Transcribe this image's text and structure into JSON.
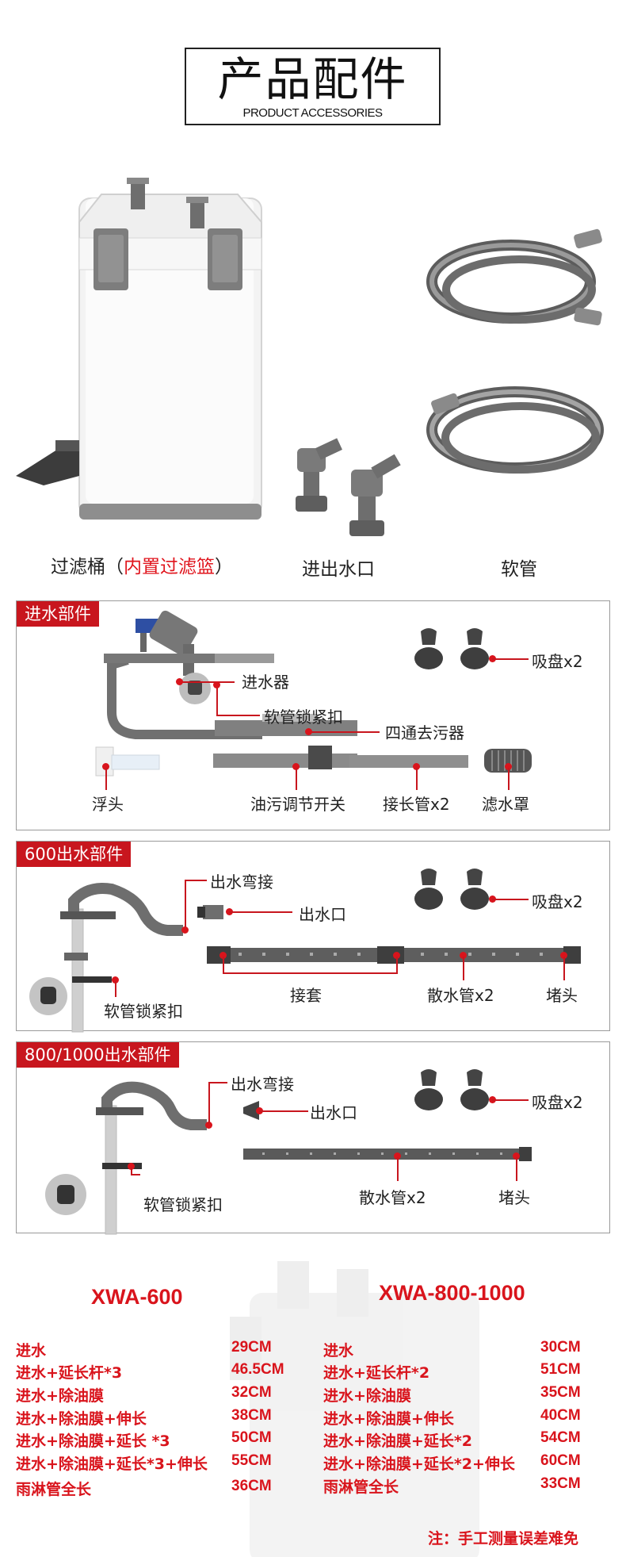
{
  "header": {
    "title_cn": "产品配件",
    "title_en": "PRODUCT ACCESSORIES"
  },
  "products": {
    "canister_label": "过滤桶（",
    "canister_label_red": "内置过滤篮",
    "canister_label_end": "）",
    "outlet_label": "进出水口",
    "hose_label": "软管"
  },
  "panel_intake": {
    "tag": "进水部件",
    "labels": {
      "intake": "进水器",
      "hose_clamp": "软管锁紧扣",
      "skimmer": "四通去污器",
      "float": "浮头",
      "oil_switch": "油污调节开关",
      "extension": "接长管x2",
      "strainer": "滤水罩",
      "suction": "吸盘x2"
    }
  },
  "panel_600": {
    "tag": "600出水部件",
    "labels": {
      "elbow": "出水弯接",
      "outlet": "出水口",
      "hose_clamp": "软管锁紧扣",
      "sleeve": "接套",
      "spray_bar": "散水管x2",
      "end_cap": "堵头",
      "suction": "吸盘x2"
    }
  },
  "panel_800": {
    "tag": "800/1000出水部件",
    "labels": {
      "elbow": "出水弯接",
      "outlet": "出水口",
      "hose_clamp": "软管锁紧扣",
      "spray_bar": "散水管x2",
      "end_cap": "堵头",
      "suction": "吸盘x2"
    }
  },
  "specs": {
    "left": {
      "model": "XWA-600",
      "rows": [
        {
          "name": "进水",
          "value": "29CM"
        },
        {
          "name": "进水+延长杆*3",
          "value": "46.5CM"
        },
        {
          "name": "进水+除油膜",
          "value": "32CM"
        },
        {
          "name": "进水+除油膜+伸长",
          "value": "38CM"
        },
        {
          "name": "进水+除油膜+延长 *3",
          "value": "50CM"
        },
        {
          "name": "进水+除油膜+延长*3+伸长",
          "value": "55CM"
        },
        {
          "name": "雨淋管全长",
          "value": "36CM"
        }
      ]
    },
    "right": {
      "model": "XWA-800-1000",
      "rows": [
        {
          "name": "进水",
          "value": "30CM"
        },
        {
          "name": "进水+延长杆*2",
          "value": "51CM"
        },
        {
          "name": "进水+除油膜",
          "value": "35CM"
        },
        {
          "name": "进水+除油膜+伸长",
          "value": "40CM"
        },
        {
          "name": "进水+除油膜+延长*2",
          "value": "54CM"
        },
        {
          "name": "进水+除油膜+延长*2+伸长",
          "value": "60CM"
        },
        {
          "name": "雨淋管全长",
          "value": "33CM"
        }
      ]
    },
    "note": "注：手工测量误差难免"
  },
  "colors": {
    "accent": "#c8161e",
    "text": "#222222",
    "part_gray": "#6e6e6e"
  }
}
